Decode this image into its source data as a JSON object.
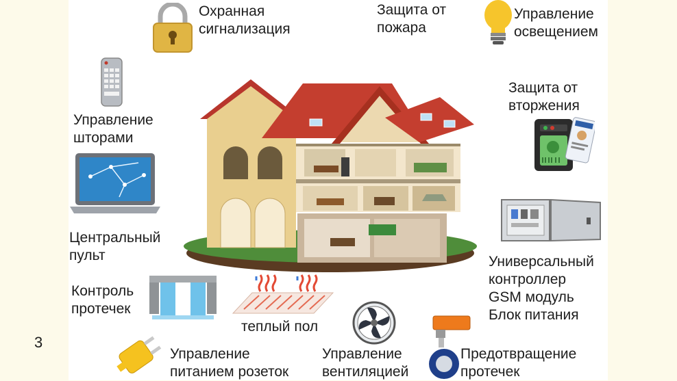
{
  "page_number": "3",
  "labels": {
    "security_alarm": "Охранная\nсигнализация",
    "fire_protection": "Защита от\nпожара",
    "lighting_control": "Управление\nосвещением",
    "curtain_control": "Управление\nшторами",
    "intrusion_protection": "Защита от\nвторжения",
    "central_console": "Центральный\nпульт",
    "universal_controller": "Универсальный\nконтроллер\nGSM модуль\nБлок питания",
    "leak_control": "Контроль\nпротечек",
    "floor_heating": "теплый пол",
    "socket_power_control": "Управление\nпитанием розеток",
    "ventilation_control": "Управление\nвентиляцией",
    "leak_prevention": "Предотвращение\nпротечек"
  },
  "icons": {
    "padlock": "padlock-icon",
    "bulb": "light-bulb-icon",
    "remote": "remote-control-icon",
    "card_reader": "card-reader-icon",
    "laptop": "laptop-icon",
    "cabinet": "controller-cabinet-icon",
    "pipe": "water-pipe-icon",
    "heating": "floor-heating-icon",
    "fan": "fan-icon",
    "valve": "valve-icon",
    "plug": "power-plug-icon",
    "house": "smart-house-illustration"
  },
  "colors": {
    "page_bg": "#fdfaea",
    "panel_bg": "#ffffff",
    "roof": "#b8362c",
    "wall": "#e9cf8f",
    "padlock": "#e0b544",
    "bulb": "#f6c52c",
    "laptop_screen": "#2f86c8"
  }
}
